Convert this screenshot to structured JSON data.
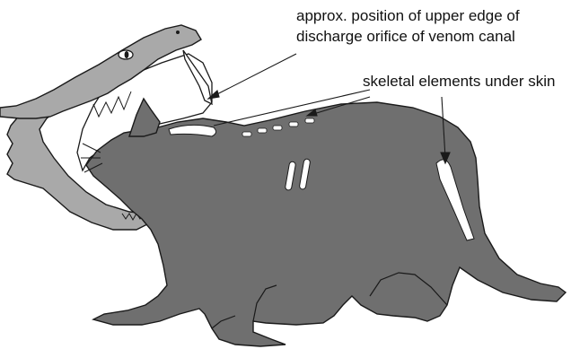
{
  "labels": {
    "venom_line1": "approx. position of upper edge of",
    "venom_line2": "discharge orifice of venom canal",
    "skeletal": "skeletal elements under skin"
  },
  "colors": {
    "snake_fill": "#a9a9a9",
    "rodent_fill": "#6f6f6f",
    "outline": "#1a1a1a",
    "background": "#ffffff"
  }
}
